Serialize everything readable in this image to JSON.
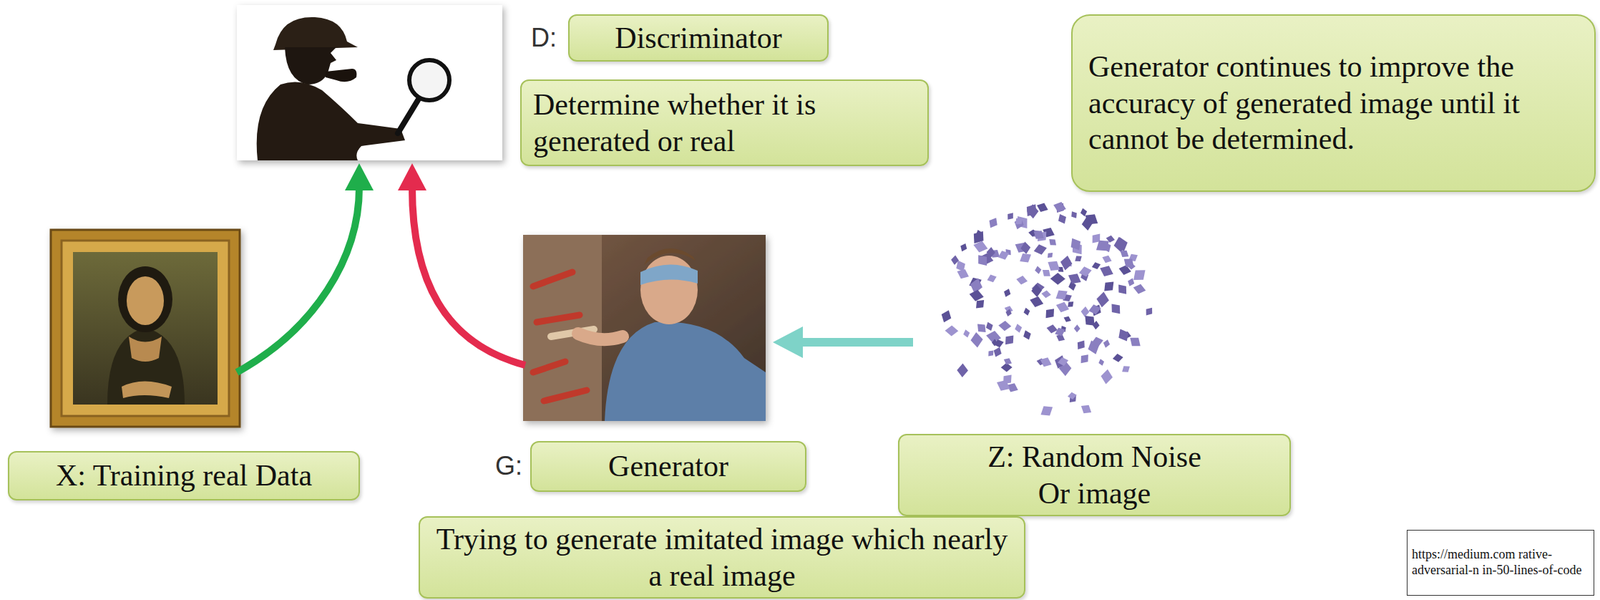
{
  "diagram": {
    "nodes": [
      {
        "text": [
          "Discriminator"
        ]
      },
      {
        "text": [
          "Determine whether it is generated or real"
        ]
      },
      {
        "text": [
          "Generator continues to improve the accuracy of generated image until it cannot be determined."
        ]
      },
      {
        "text": [
          "X: Training real Data"
        ]
      },
      {
        "text": [
          "Generator"
        ]
      },
      {
        "text": [
          "Z: Random Noise Or image"
        ]
      },
      {
        "text": [
          "Trying to generate imitated image which nearly a real image"
        ]
      },
      {
        "text": [
          "https://medium.com rative-adversarial-n in-50-lines-of-code"
        ]
      }
    ],
    "labels": [
      "D:",
      "G:"
    ]
  }
}
